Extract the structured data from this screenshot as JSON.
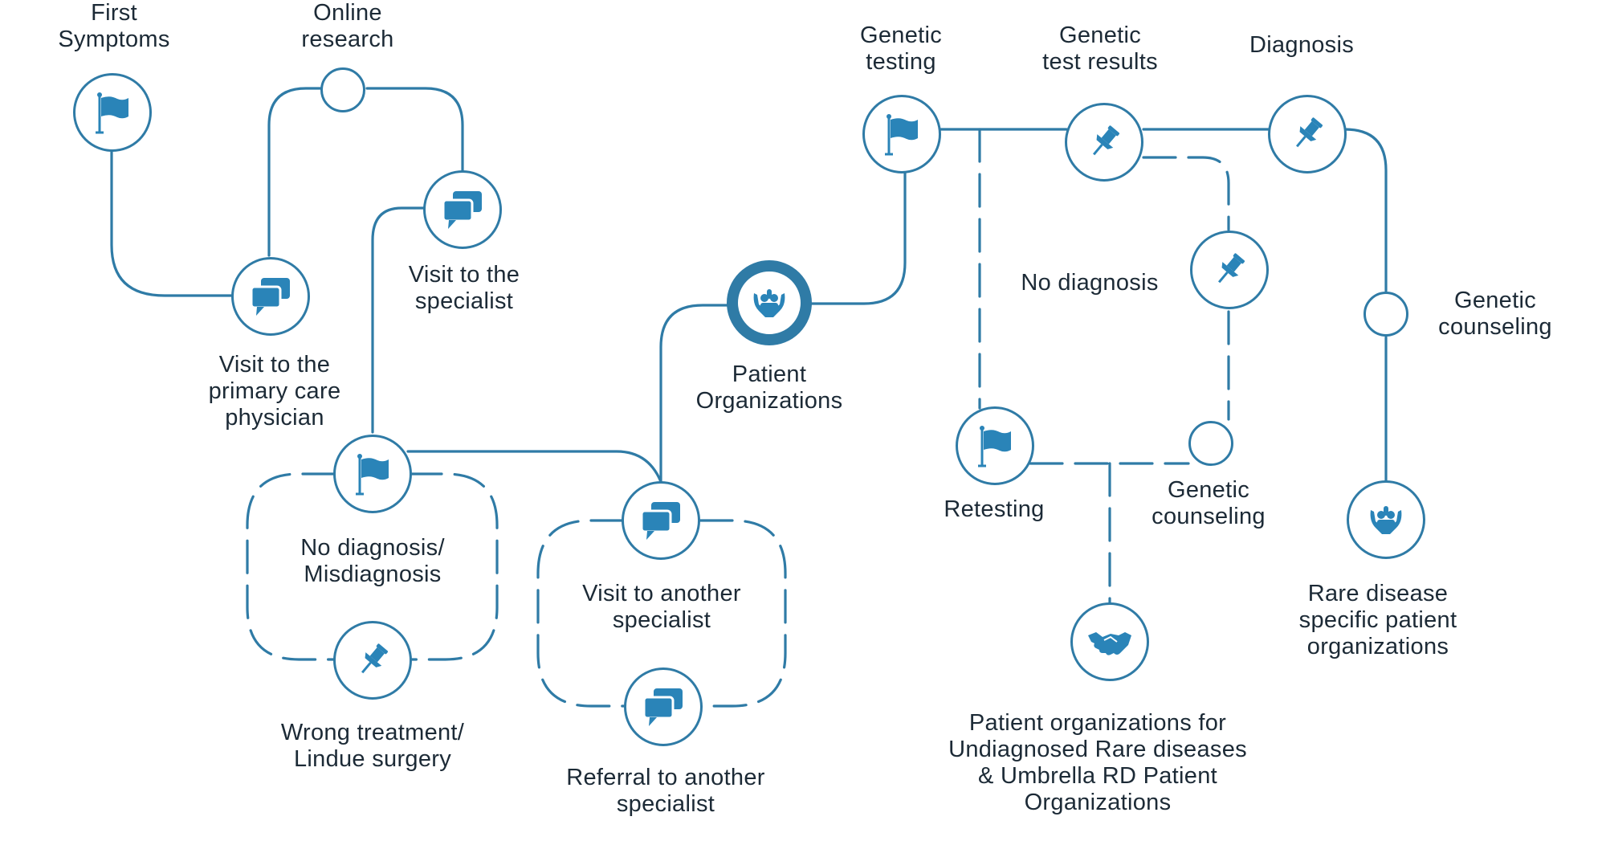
{
  "colors": {
    "line": "#2f7ba6",
    "icon": "#2a84b8",
    "text": "#1c2a36",
    "background": "#ffffff"
  },
  "nodes": [
    {
      "key": "first_symptoms",
      "icon": "flag-icon",
      "label": [
        "First",
        "Symptoms"
      ]
    },
    {
      "key": "online_research",
      "icon": "none",
      "label": [
        "Online",
        "research"
      ]
    },
    {
      "key": "pcp_visit",
      "icon": "chat-icon",
      "label": [
        "Visit to the",
        "primary care",
        "physician"
      ]
    },
    {
      "key": "specialist_visit",
      "icon": "chat-icon",
      "label": [
        "Visit to the",
        "specialist"
      ]
    },
    {
      "key": "no_diagnosis_misdiagnosis",
      "icon": "flag-icon",
      "label": [
        "No diagnosis/",
        "Misdiagnosis"
      ]
    },
    {
      "key": "wrong_treatment",
      "icon": "pushpin-icon",
      "label": [
        "Wrong treatment/",
        "Lindue surgery"
      ]
    },
    {
      "key": "another_specialist",
      "icon": "chat-icon",
      "label": [
        "Visit to another",
        "specialist"
      ]
    },
    {
      "key": "referral",
      "icon": "chat-icon",
      "label": [
        "Referral to another",
        "specialist"
      ]
    },
    {
      "key": "patient_orgs",
      "icon": "hands-icon",
      "label": [
        "Patient",
        "Organizations"
      ]
    },
    {
      "key": "genetic_testing",
      "icon": "flag-icon",
      "label": [
        "Genetic",
        "testing"
      ]
    },
    {
      "key": "genetic_test_results",
      "icon": "pushpin-icon",
      "label": [
        "Genetic",
        "test results"
      ]
    },
    {
      "key": "diagnosis",
      "icon": "pushpin-icon",
      "label": [
        "Diagnosis"
      ]
    },
    {
      "key": "no_diagnosis",
      "icon": "pushpin-icon",
      "label": [
        "No diagnosis"
      ]
    },
    {
      "key": "genetic_counseling_right",
      "icon": "none",
      "label": [
        "Genetic",
        "counseling"
      ]
    },
    {
      "key": "retesting",
      "icon": "flag-icon",
      "label": [
        "Retesting"
      ]
    },
    {
      "key": "genetic_counseling_mid",
      "icon": "none",
      "label": [
        "Genetic",
        "counseling"
      ]
    },
    {
      "key": "undiagnosed_orgs",
      "icon": "handshake-icon",
      "label": [
        "Patient organizations for",
        "Undiagnosed Rare diseases",
        "& Umbrella RD Patient",
        "Organizations"
      ]
    },
    {
      "key": "rare_disease_orgs",
      "icon": "hands-icon",
      "label": [
        "Rare disease",
        "specific patient",
        "organizations"
      ]
    }
  ]
}
